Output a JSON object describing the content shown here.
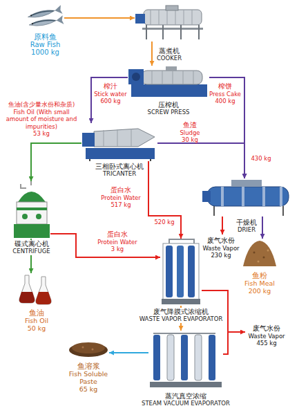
{
  "diagram": {
    "nodes": [
      {
        "text": [
          "原料鱼",
          "Raw Fish",
          "1000 kg"
        ]
      },
      {
        "text": [
          "蒸煮机",
          "COOKER"
        ]
      },
      {
        "text": [
          "压榨机",
          "SCREW PRESS"
        ]
      },
      {
        "text": [
          "三相卧式离心机",
          "TRICANTER"
        ]
      },
      {
        "text": [
          "干燥机",
          "DRIER"
        ]
      },
      {
        "text": [
          "碟式离心机",
          "CENTRIFUGE"
        ]
      },
      {
        "text": [
          "鱼粉",
          "Fish Meal",
          "200 kg"
        ]
      },
      {
        "text": [
          "鱼油",
          "Fish Oil",
          "50 kg"
        ]
      },
      {
        "text": [
          "废气降膜式浓缩机",
          "WASTE VAPOR EVAPORATOR"
        ]
      },
      {
        "text": [
          "蒸汽真空浓缩",
          "STEAM VACUUM EVAPORATOR"
        ]
      },
      {
        "text": [
          "鱼溶浆",
          "Fish Soluble Paste",
          "65 kg"
        ]
      }
    ],
    "edges": [
      {
        "from": 0,
        "to": 1,
        "arrow": "to"
      },
      {
        "from": 1,
        "to": 2,
        "arrow": "to"
      },
      {
        "from": 2,
        "to": 3,
        "arrow": "to"
      },
      {
        "from": 2,
        "to": 4,
        "arrow": "to"
      },
      {
        "from": 3,
        "to": 4,
        "arrow": "to"
      },
      {
        "from": 3,
        "to": 5,
        "arrow": "to"
      },
      {
        "from": 5,
        "to": 7,
        "arrow": "to"
      },
      {
        "from": 4,
        "to": 6,
        "arrow": "to"
      },
      {
        "from": 3,
        "to": 8,
        "arrow": "to"
      },
      {
        "from": 5,
        "to": 8,
        "arrow": "to"
      },
      {
        "from": 8,
        "to": 9,
        "arrow": "to"
      },
      {
        "from": 9,
        "to": 10,
        "arrow": "to"
      }
    ],
    "labels": [
      "榨汁",
      "Stick water",
      "600 kg",
      "榨饼",
      "Press Cake",
      "400 kg",
      "鱼油(含少量水份和杂质)",
      "Fish Oil (With small amount of moisture and impurities)",
      "53 kg",
      "鱼渣",
      "Sludge",
      "30 kg",
      "430 kg",
      "蛋白水",
      "Protein Water",
      "517 kg",
      "520 kg",
      "废气水份",
      "Waste Vapor",
      "230 kg",
      "蛋白水",
      "Protein Water",
      "3 kg",
      "废气水份",
      "Waste Vapor",
      "455 kg"
    ]
  }
}
